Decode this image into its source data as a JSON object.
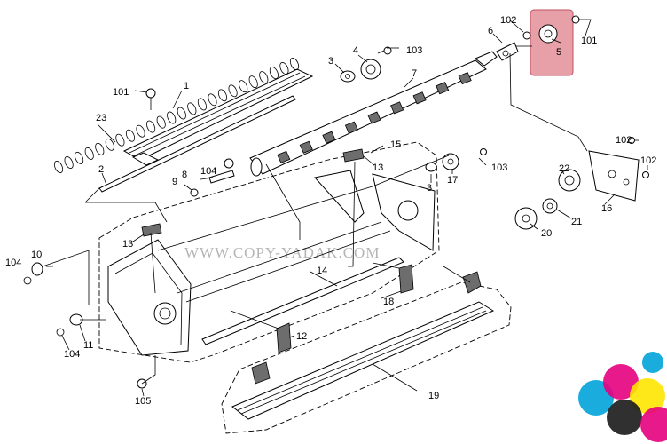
{
  "watermark": "WWW.COPY-YADAK.COM",
  "callouts": [
    {
      "id": "1",
      "text": "1"
    },
    {
      "id": "2",
      "text": "2"
    },
    {
      "id": "3a",
      "text": "3"
    },
    {
      "id": "3b",
      "text": "3"
    },
    {
      "id": "4",
      "text": "4"
    },
    {
      "id": "5",
      "text": "5"
    },
    {
      "id": "6",
      "text": "6"
    },
    {
      "id": "7",
      "text": "7"
    },
    {
      "id": "8",
      "text": "8"
    },
    {
      "id": "9",
      "text": "9"
    },
    {
      "id": "10",
      "text": "10"
    },
    {
      "id": "11",
      "text": "11"
    },
    {
      "id": "12",
      "text": "12"
    },
    {
      "id": "13a",
      "text": "13"
    },
    {
      "id": "13b",
      "text": "13"
    },
    {
      "id": "14",
      "text": "14"
    },
    {
      "id": "15",
      "text": "15"
    },
    {
      "id": "16",
      "text": "16"
    },
    {
      "id": "17",
      "text": "17"
    },
    {
      "id": "18",
      "text": "18"
    },
    {
      "id": "19",
      "text": "19"
    },
    {
      "id": "20",
      "text": "20"
    },
    {
      "id": "21",
      "text": "21"
    },
    {
      "id": "22",
      "text": "22"
    },
    {
      "id": "23",
      "text": "23"
    },
    {
      "id": "101a",
      "text": "101"
    },
    {
      "id": "101b",
      "text": "101"
    },
    {
      "id": "102a",
      "text": "102"
    },
    {
      "id": "102b",
      "text": "102"
    },
    {
      "id": "102c",
      "text": "102"
    },
    {
      "id": "103a",
      "text": "103"
    },
    {
      "id": "103b",
      "text": "103"
    },
    {
      "id": "104a",
      "text": "104"
    },
    {
      "id": "104b",
      "text": "104"
    },
    {
      "id": "104c",
      "text": "104"
    },
    {
      "id": "105",
      "text": "105"
    }
  ],
  "highlight_color": "#e8a0a8",
  "logo_colors": [
    "#00a3d9",
    "#e5007e",
    "#ffe600",
    "#1a1a1a"
  ]
}
